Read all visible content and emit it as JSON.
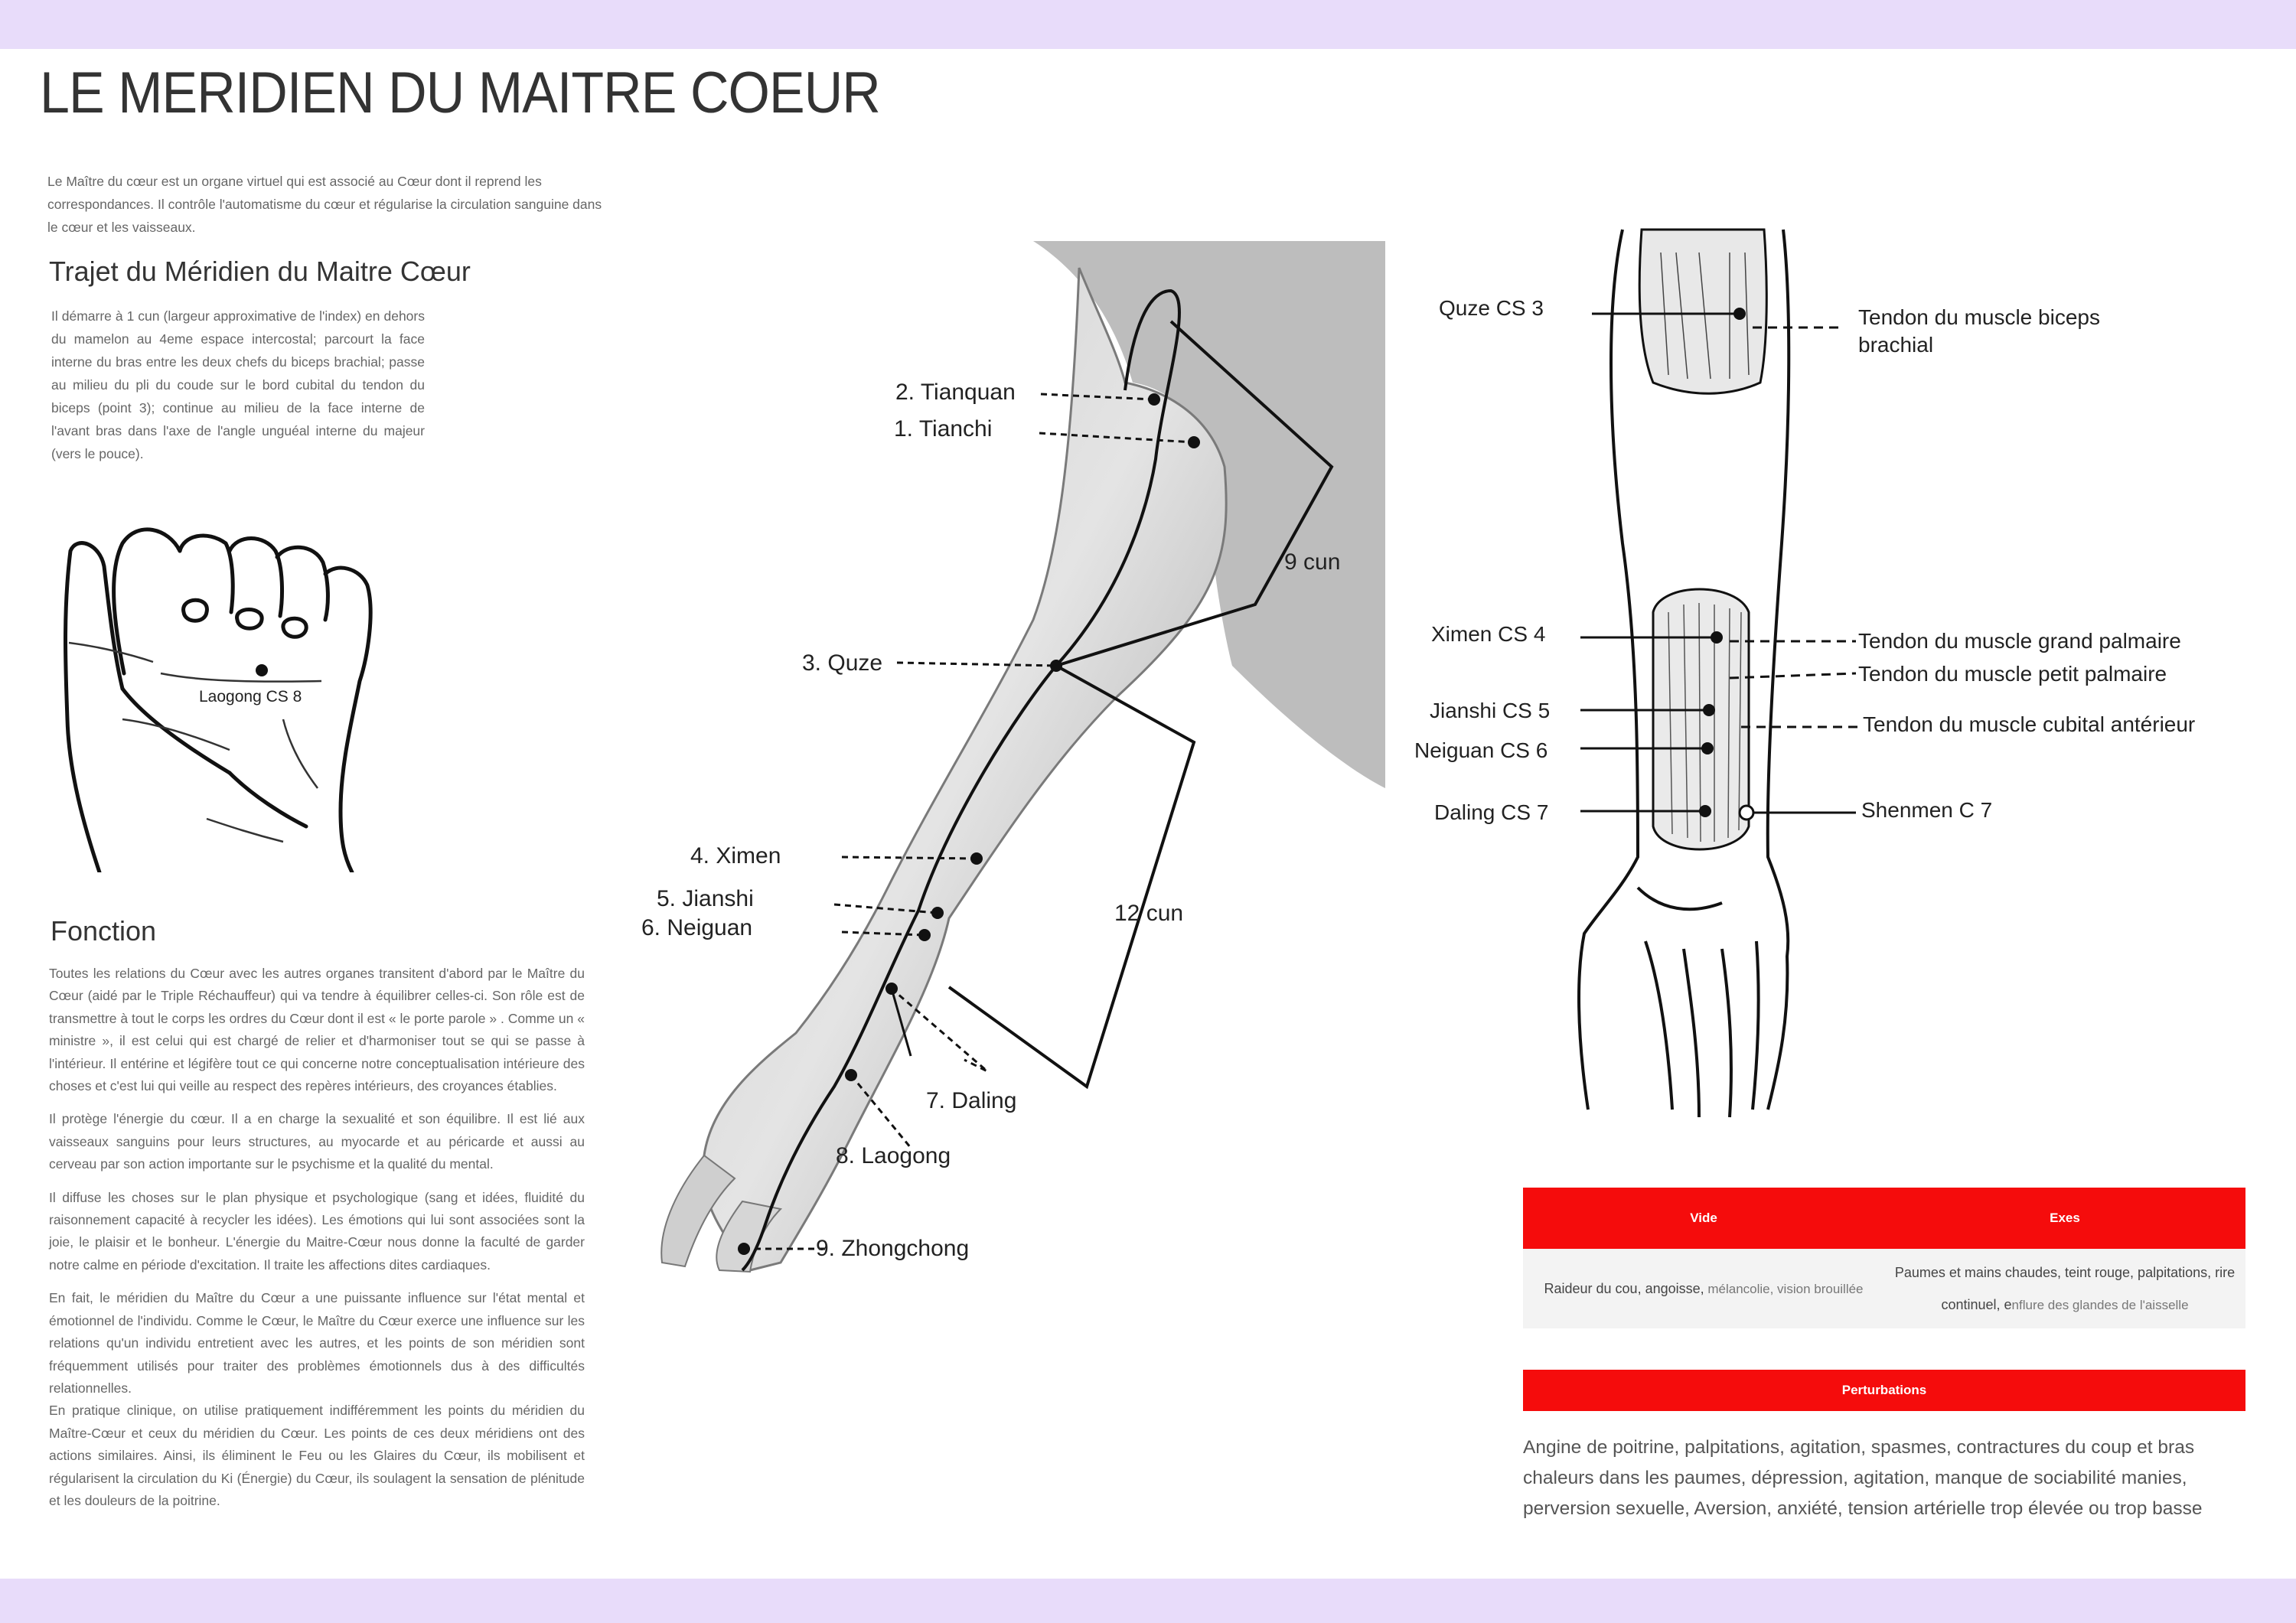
{
  "title": "LE MERIDIEN DU MAITRE COEUR",
  "intro": "Le Maître du cœur est un organe virtuel qui est associé au Cœur dont il reprend les correspondances. Il contrôle l'automatisme du cœur et régularise la circulation sanguine dans le cœur et les vaisseaux.",
  "trajet": {
    "title": "Trajet du Méridien du Maitre Cœur",
    "text": "Il démarre à 1 cun (largeur approximative de l'index) en dehors du mamelon au 4eme espace intercostal; parcourt la face interne du bras entre les deux chefs du biceps brachial; passe au milieu du pli du coude sur le bord cubital du tendon du biceps (point 3); continue au milieu de la face interne de l'avant bras dans l'axe de l'angle unguéal interne du majeur (vers le pouce)."
  },
  "hand_label": "Laogong CS 8",
  "fonction": {
    "title": "Fonction",
    "p1": "Toutes les relations du Cœur avec les autres organes transitent d'abord par le Maître du Cœur (aidé par le Triple Réchauffeur) qui va tendre à équilibrer celles-ci. Son rôle est de transmettre à tout le corps les ordres du Cœur dont il est « le porte parole » . Comme un « ministre », il est celui qui est chargé de relier et d'harmoniser tout se qui se passe à l'intérieur. Il entérine et légifère tout ce qui concerne notre conceptualisation intérieure des choses et c'est lui qui veille au respect des repères intérieurs, des croyances établies.",
    "p2": "Il protège l'énergie du cœur. Il a en charge la sexualité et son équilibre. Il est lié aux vaisseaux sanguins pour leurs structures, au myocarde et au péricarde et aussi au cerveau par son action importante sur le psychisme et la qualité du mental.",
    "p3": "Il diffuse les choses sur le plan physique et psychologique (sang et idées, fluidité du raisonnement capacité à recycler les idées). Les émotions qui lui sont associées sont la joie, le plaisir et le bonheur. L'énergie du Maitre-Cœur nous donne la faculté de garder notre calme en période d'excitation. Il traite les affections dites cardiaques.",
    "p4": "En fait, le méridien du Maître du Cœur a une puissante influence sur l'état mental et émotionnel de l'individu. Comme le Cœur, le Maître du Cœur exerce une influence sur les relations qu'un individu entretient avec les autres, et les points de son méridien sont fréquemment utilisés pour traiter des problèmes émotionnels dus à des difficultés relationnelles.",
    "p5": "En pratique clinique, on utilise pratiquement indifféremment les points du méridien du Maître-Cœur et ceux du méridien du Cœur. Les points de ces deux méridiens ont des actions similaires. Ainsi, ils éliminent le Feu ou les Glaires du Cœur, ils mobilisent et régularisent la circulation du Ki (Énergie) du Cœur, ils soulagent la sensation de plénitude et les douleurs de la poitrine."
  },
  "arm_labels": {
    "p2": "2. Tianquan",
    "p1": "1. Tianchi",
    "cun9": "9 cun",
    "p3": "3. Quze",
    "p4": "4. Ximen",
    "p5": "5. Jianshi",
    "p6": "6. Neiguan",
    "cun12": "12 cun",
    "p7": "7. Daling",
    "p8": "8. Laogong",
    "p9": "9. Zhongchong"
  },
  "forearm_labels": {
    "quze": "Quze CS 3",
    "biceps1": "Tendon du muscle biceps",
    "biceps2": "brachial",
    "ximen": "Ximen CS 4",
    "grand": "Tendon du muscle grand palmaire",
    "petit": "Tendon du muscle petit palmaire",
    "jianshi": "Jianshi CS 5",
    "cubital": "Tendon du muscle cubital antérieur",
    "neiguan": "Neiguan CS 6",
    "daling": "Daling CS 7",
    "shenmen": "Shenmen C 7"
  },
  "table": {
    "col1": "Vide",
    "col2": "Exes",
    "vide_strong": "Raideur du cou, angoisse,",
    "vide_light": " mélancolie, vision brouillée",
    "exes_strong": "Paumes et mains chaudes, teint rouge, palpitations, rire continuel, e",
    "exes_light": "nflure des glandes de l'aisselle"
  },
  "perturbations": {
    "title": "Perturbations",
    "text": "Angine de poitrine, palpitations, agitation, spasmes, contractures du coup et bras chaleurs dans les paumes, dépression, agitation, manque de sociabilité manies, perversion sexuelle, Aversion, anxiété, tension artérielle trop élevée ou trop basse"
  },
  "colors": {
    "band": "#e8dcfa",
    "table_header": "#f50c0c",
    "table_row": "#f3f3f3"
  }
}
